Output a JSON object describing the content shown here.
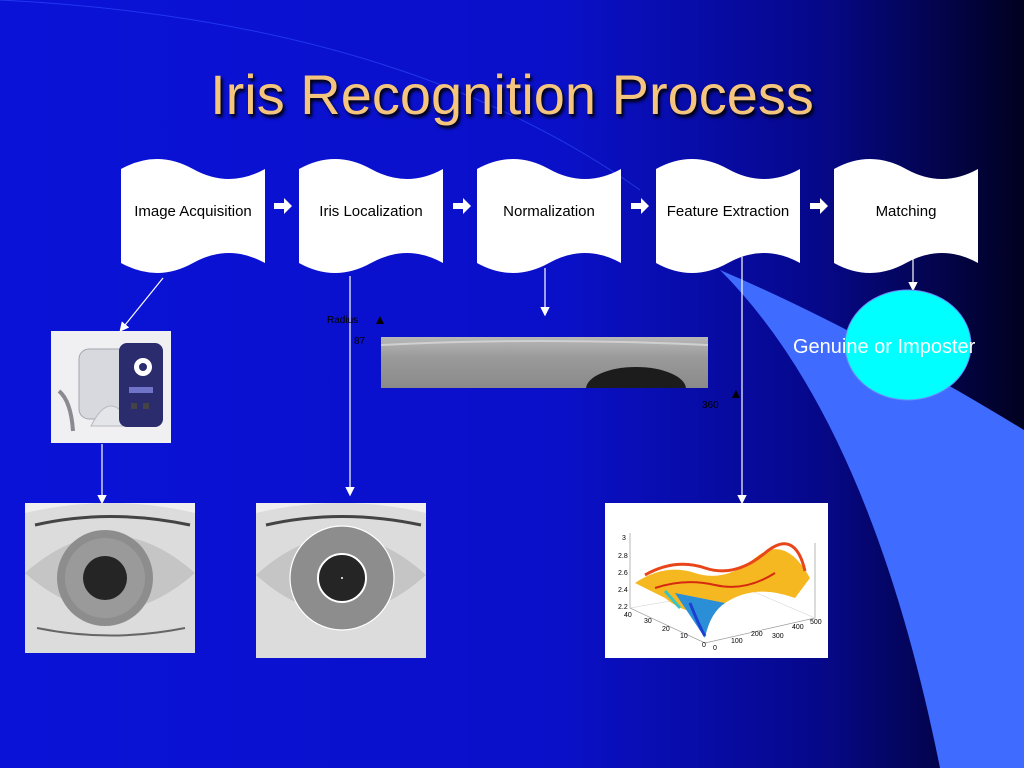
{
  "title": "Iris Recognition Process",
  "steps": [
    {
      "label": "Image Acquisition"
    },
    {
      "label": "Iris Localization"
    },
    {
      "label": "Normalization"
    },
    {
      "label": "Feature Extraction"
    },
    {
      "label": "Matching"
    }
  ],
  "decision": {
    "label": "Genuine or Imposter"
  },
  "normalization_annotations": {
    "radius_label": "Radius",
    "radius_value": "87",
    "angle_value": "360"
  },
  "plot": {
    "z_ticks": [
      "3",
      "2.8",
      "2.6",
      "2.4",
      "2.2"
    ],
    "y_ticks": [
      "40",
      "30",
      "20",
      "10",
      "0"
    ],
    "x_ticks": [
      "0",
      "100",
      "200",
      "300",
      "400",
      "500"
    ]
  },
  "colors": {
    "background": "#0a12d8",
    "title": "#f5c57e",
    "decision_fill": "#00ffff",
    "accent_band": "#3f6bff"
  }
}
